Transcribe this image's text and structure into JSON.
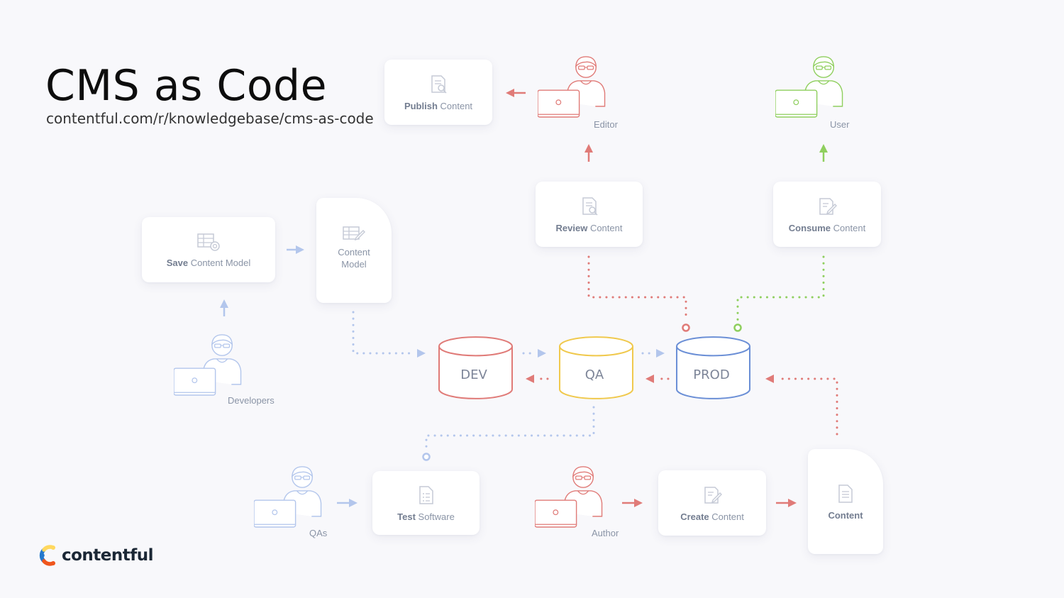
{
  "title": "CMS as Code",
  "subtitle": "contentful.com/r/knowledgebase/cms-as-code",
  "cards": {
    "publish": {
      "bold": "Publish",
      "rest": " Content"
    },
    "review": {
      "bold": "Review",
      "rest": " Content"
    },
    "consume": {
      "bold": "Consume",
      "rest": " Content"
    },
    "save_model": {
      "bold": "Save",
      "rest": " Content Model"
    },
    "content_model": {
      "line1": "Content",
      "line2": "Model"
    },
    "test": {
      "bold": "Test",
      "rest": " Software"
    },
    "create": {
      "bold": "Create",
      "rest": " Content"
    },
    "content": {
      "label": "Content"
    }
  },
  "people": {
    "editor": "Editor",
    "user": "User",
    "developers": "Developers",
    "qas": "QAs",
    "author": "Author"
  },
  "databases": {
    "dev": "DEV",
    "qa": "QA",
    "prod": "PROD"
  },
  "logo": {
    "text": "contentful"
  },
  "colors": {
    "red": "#e07b78",
    "yellow": "#f0c94d",
    "blue": "#6b8fd6",
    "light_blue": "#b3c6ec",
    "green": "#8fcf5e",
    "gray_icon": "#c5cad6"
  }
}
